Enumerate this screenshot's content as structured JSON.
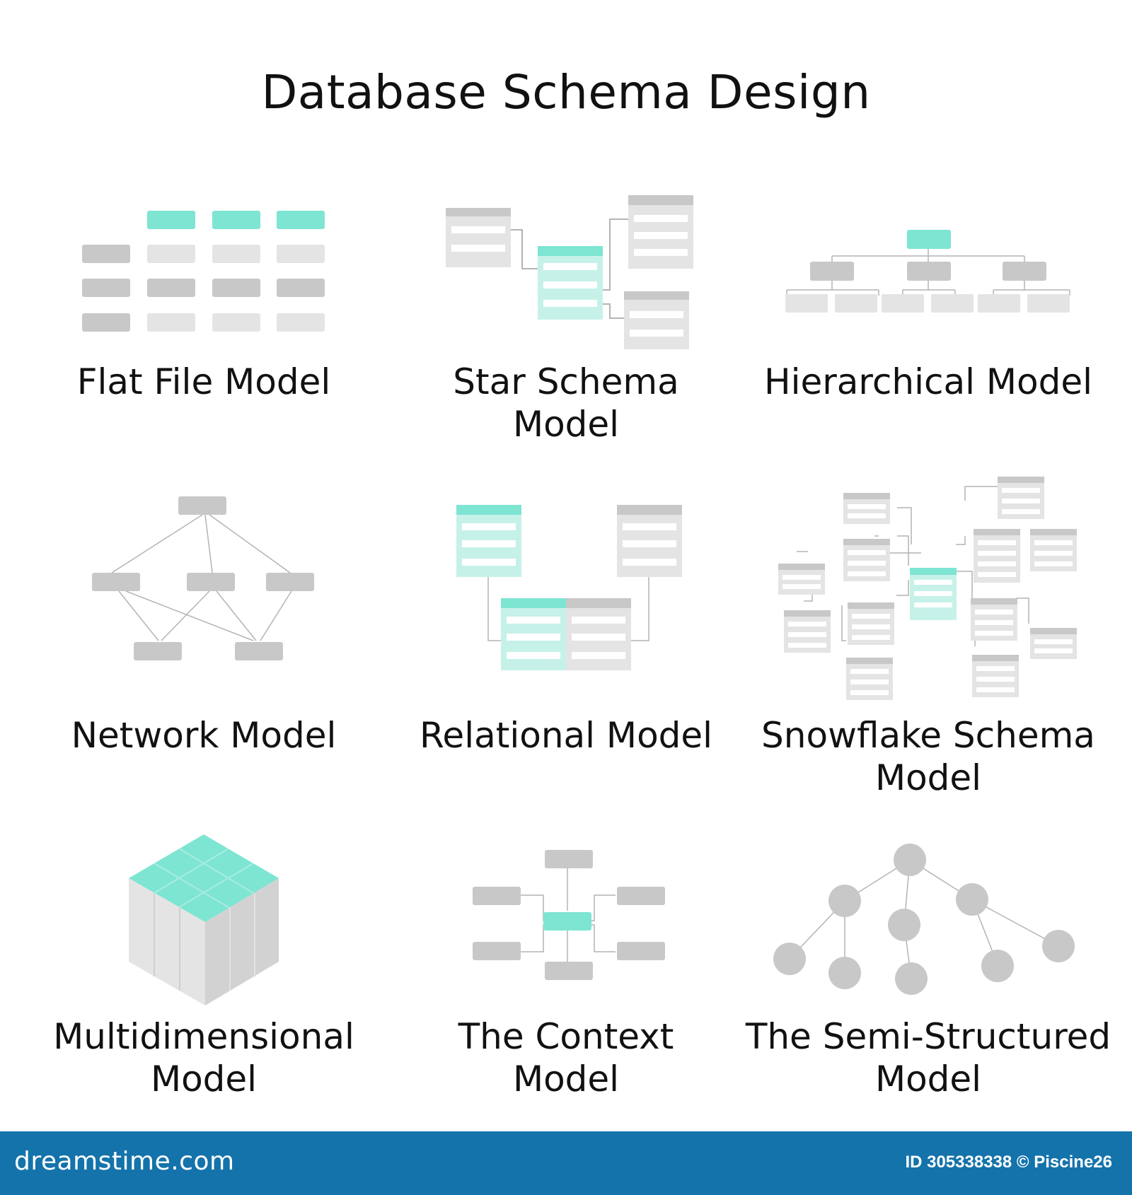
{
  "title": "Database Schema Design",
  "colors": {
    "accent": "#7de5d2",
    "accent_light": "#c6f1e9",
    "gray_dark": "#c8c8c8",
    "gray_light": "#e4e4e4",
    "line": "#b4b4b4",
    "footer": "#1473ab"
  },
  "models": [
    {
      "caption": "Flat File Model",
      "icon": "flat-file-table-icon"
    },
    {
      "caption": "Star Schema\nModel",
      "icon": "star-schema-icon"
    },
    {
      "caption": "Hierarchical Model",
      "icon": "hierarchy-tree-icon"
    },
    {
      "caption": "Network Model",
      "icon": "network-graph-icon"
    },
    {
      "caption": "Relational Model",
      "icon": "relational-tables-icon"
    },
    {
      "caption": "Snowflake Schema\nModel",
      "icon": "snowflake-schema-icon"
    },
    {
      "caption": "Multidimensional\nModel",
      "icon": "data-cube-icon"
    },
    {
      "caption": "The Context\nModel",
      "icon": "context-map-icon"
    },
    {
      "caption": "The Semi-Structured\nModel",
      "icon": "node-tree-icon"
    }
  ],
  "footer": {
    "brand": "dreamstime.com",
    "image_id": "ID 305338338 © Piscine26"
  }
}
